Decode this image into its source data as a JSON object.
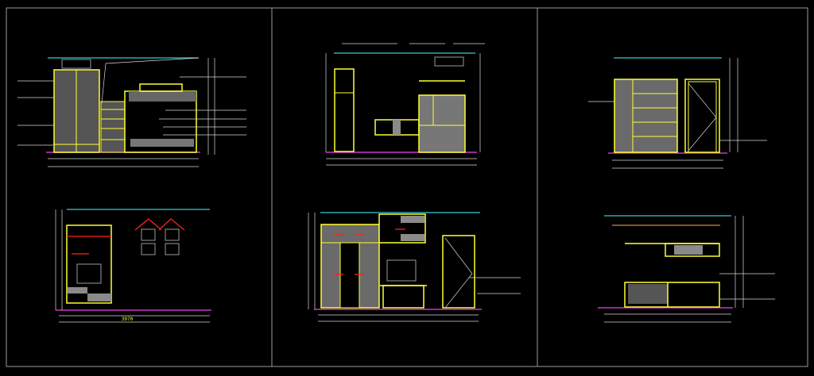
{
  "drawing": {
    "background": "#000000",
    "colors": {
      "outline": "#ffff33",
      "ceiling_line": "#33cccc",
      "floor_line": "#cc33cc",
      "annotation": "#d8d8d8",
      "marker": "#ff2020",
      "fill": "#8a8a8a"
    },
    "panels": [
      {
        "name": "elevation-1",
        "dims": {
          "total": "",
          "segments": []
        }
      },
      {
        "name": "elevation-2",
        "dims": {
          "total": "",
          "segments": []
        }
      },
      {
        "name": "elevation-3",
        "dims": {
          "total": "",
          "segments": []
        }
      },
      {
        "name": "elevation-4",
        "dims": {
          "total": "3970",
          "segments": []
        }
      },
      {
        "name": "elevation-5",
        "dims": {
          "total": "",
          "segments": []
        }
      },
      {
        "name": "elevation-6",
        "dims": {
          "total": "",
          "segments": []
        }
      }
    ]
  }
}
